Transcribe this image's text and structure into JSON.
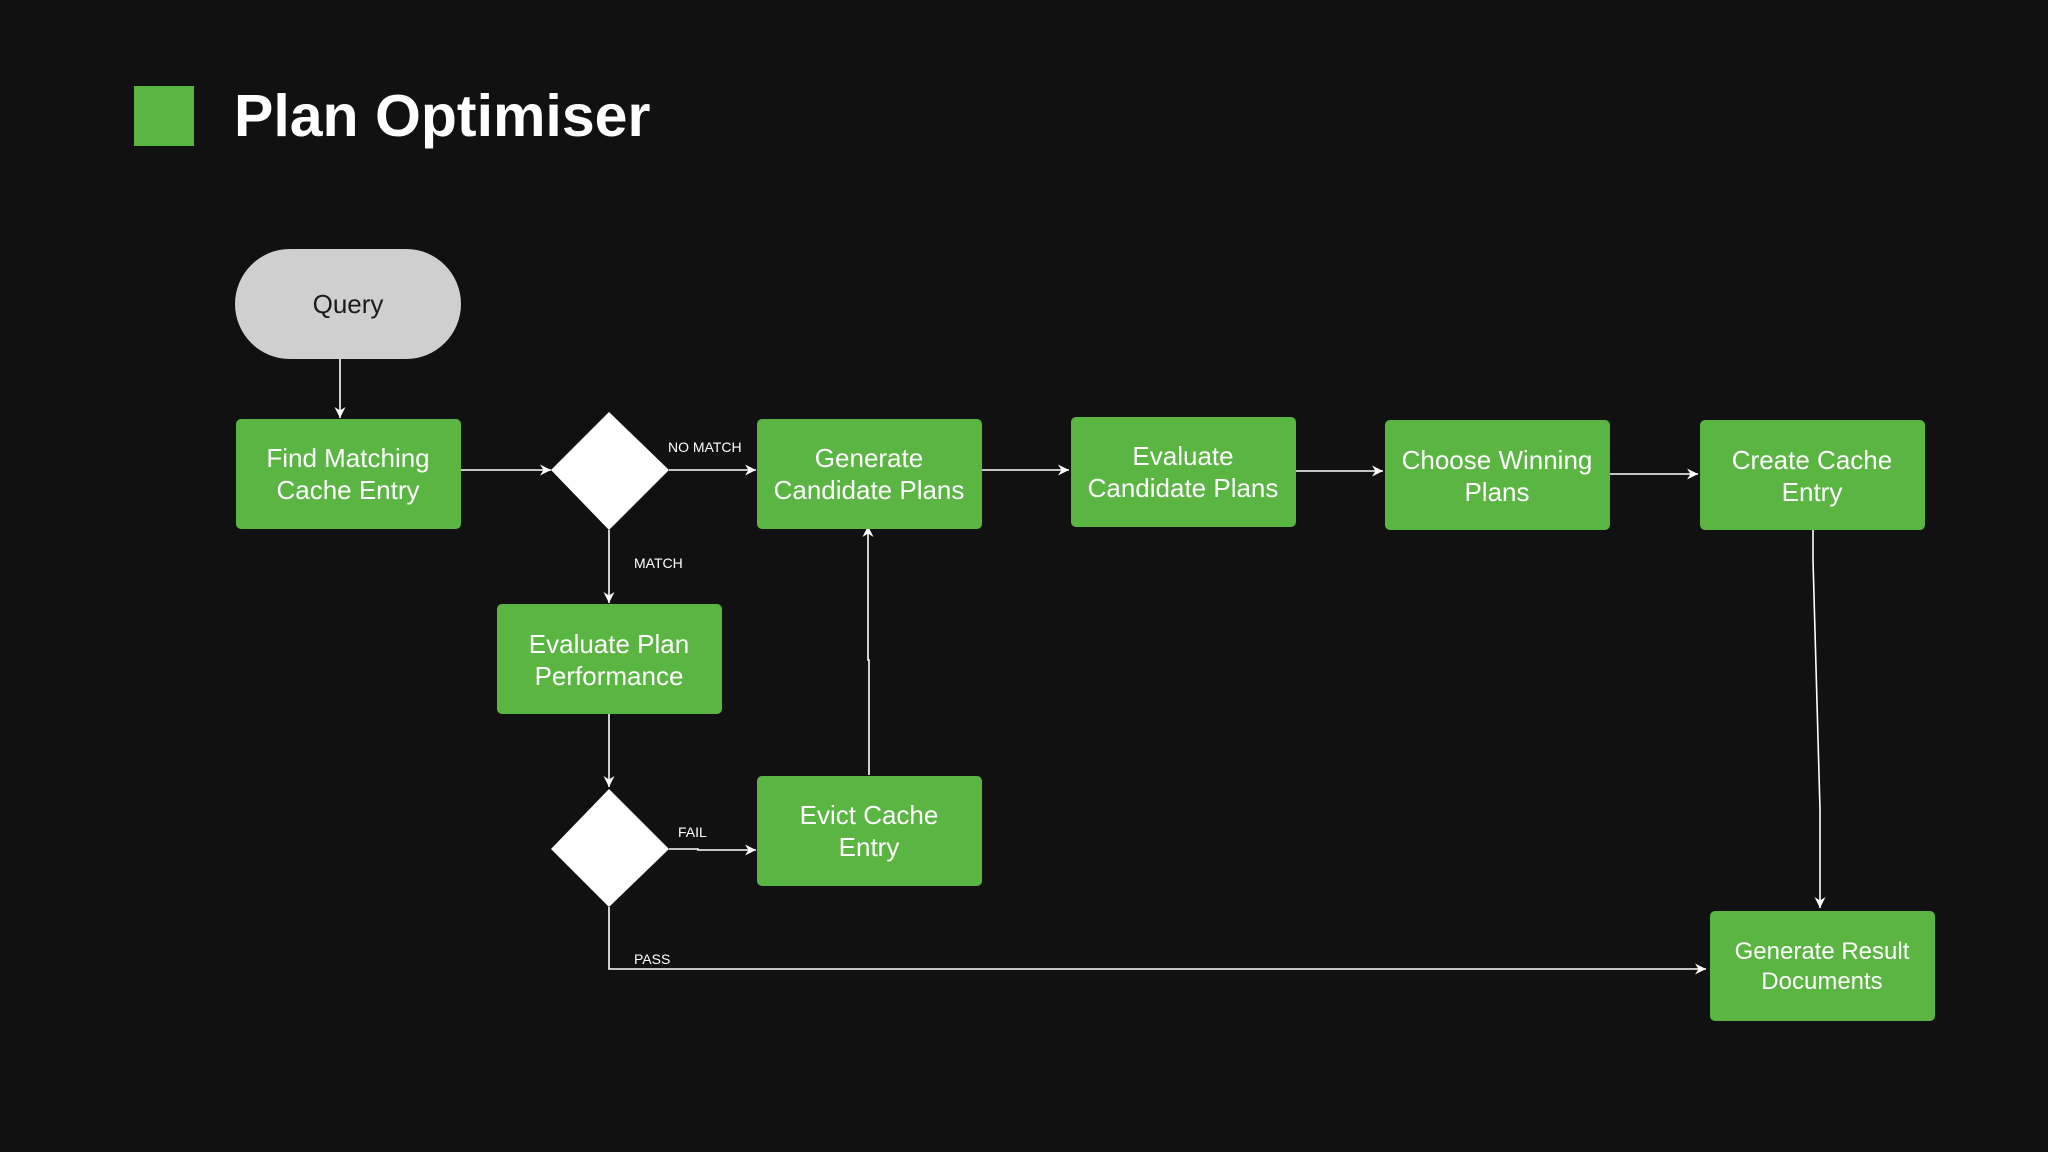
{
  "title": "Plan Optimiser",
  "colors": {
    "background": "#111112",
    "accent_green": "#5bb543",
    "terminal_gray": "#cfcfcf",
    "decision_white": "#ffffff",
    "edge_white": "#ffffff"
  },
  "nodes": {
    "query": "Query",
    "find_matching": [
      "Find Matching",
      "Cache Entry"
    ],
    "decision_cache": "",
    "generate_candidate": [
      "Generate",
      "Candidate Plans"
    ],
    "evaluate_candidate": [
      "Evaluate",
      "Candidate Plans"
    ],
    "choose_winning": [
      "Choose Winning",
      "Plans"
    ],
    "create_cache": [
      "Create Cache",
      "Entry"
    ],
    "evaluate_performance": [
      "Evaluate Plan",
      "Performance"
    ],
    "decision_performance": "",
    "evict_cache": [
      "Evict Cache",
      "Entry"
    ],
    "generate_result": [
      "Generate Result",
      "Documents"
    ]
  },
  "edge_labels": {
    "no_match": "NO MATCH",
    "match": "MATCH",
    "fail": "FAIL",
    "pass": "PASS"
  }
}
